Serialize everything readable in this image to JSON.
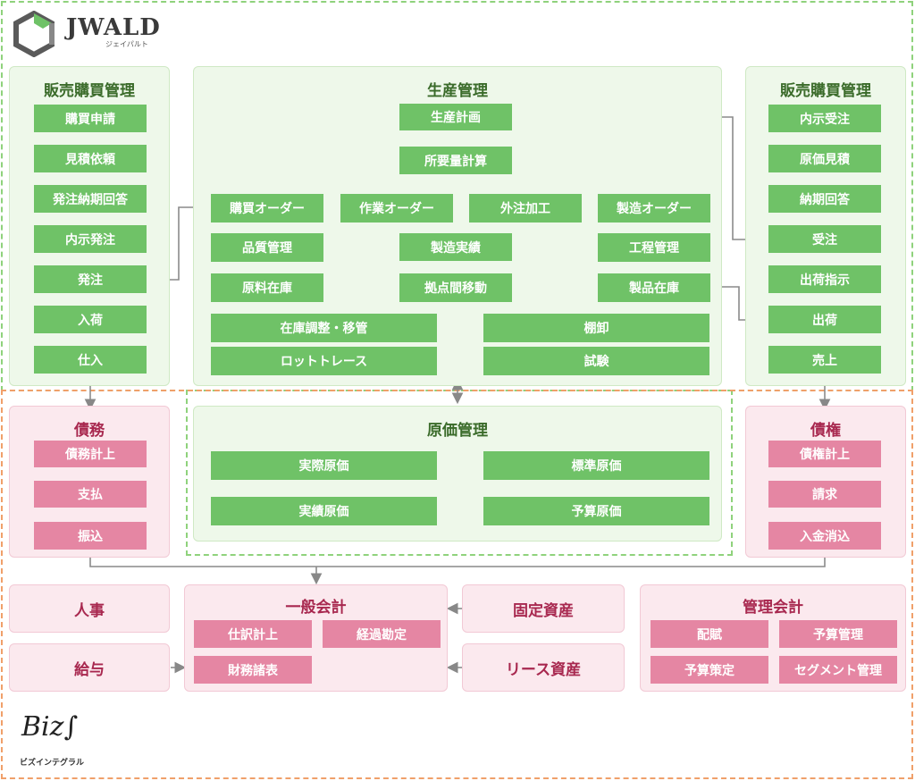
{
  "logo": {
    "brand": "JWALD",
    "sub": "ジェイパルト"
  },
  "biz": {
    "brand": "Biz∫",
    "sub": "ビズインテグラル"
  },
  "purchase": {
    "title": "販売購買管理",
    "items": [
      "購買申請",
      "見積依頼",
      "発注納期回答",
      "内示発注",
      "発注",
      "入荷",
      "仕入"
    ]
  },
  "sales": {
    "title": "販売購買管理",
    "items": [
      "内示受注",
      "原価見積",
      "納期回答",
      "受注",
      "出荷指示",
      "出荷",
      "売上"
    ]
  },
  "production": {
    "title": "生産管理",
    "plan": "生産計画",
    "mrp": "所要量計算",
    "orders": [
      "購買オーダー",
      "作業オーダー",
      "外注加工",
      "製造オーダー"
    ],
    "quality": "品質管理",
    "results": "製造実績",
    "process": "工程管理",
    "material": "原料在庫",
    "transfer": "拠点間移動",
    "product": "製品在庫",
    "adjust": "在庫調整・移管",
    "inventory": "棚卸",
    "trace": "ロットトレース",
    "test": "試験"
  },
  "cost": {
    "title": "原価管理",
    "items": [
      "実際原価",
      "標準原価",
      "実績原価",
      "予算原価"
    ]
  },
  "payables": {
    "title": "債務",
    "items": [
      "債務計上",
      "支払",
      "振込"
    ]
  },
  "receivables": {
    "title": "債権",
    "items": [
      "債権計上",
      "請求",
      "入金消込"
    ]
  },
  "hr": {
    "personnel": "人事",
    "payroll": "給与"
  },
  "gl": {
    "title": "一般会計",
    "items": [
      "仕訳計上",
      "経過勘定",
      "財務諸表"
    ]
  },
  "assets": {
    "fixed": "固定資産",
    "lease": "リース資産"
  },
  "mgmt": {
    "title": "管理会計",
    "items": [
      "配賦",
      "予算管理",
      "予算策定",
      "セグメント管理"
    ]
  },
  "colors": {
    "green_box": "#6fc267",
    "pink_box": "#e586a3",
    "green_dash": "#8fd27c",
    "orange_dash": "#f0a06a"
  }
}
